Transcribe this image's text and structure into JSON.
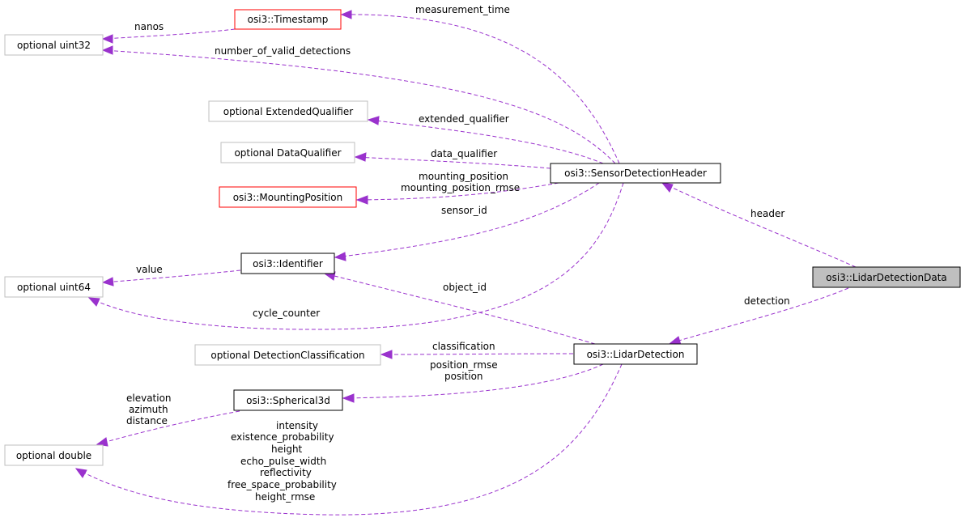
{
  "colors": {
    "edge": "#9a32cd",
    "node_border_class": "#000000",
    "node_border_missing": "#ff0000",
    "node_border_builtin": "#bfbfbf",
    "node_fill_focus": "#bfbfbf",
    "node_fill": "#ffffff"
  },
  "nodes": {
    "timestamp": "osi3::Timestamp",
    "uint32": "optional uint32",
    "ext_qualifier": "optional ExtendedQualifier",
    "data_qualifier": "optional DataQualifier",
    "mounting_position": "osi3::MountingPosition",
    "sensor_detection_header": "osi3::SensorDetectionHeader",
    "identifier": "osi3::Identifier",
    "uint64": "optional uint64",
    "lidar_detection_data": "osi3::LidarDetectionData",
    "detection_classification": "optional DetectionClassification",
    "lidar_detection": "osi3::LidarDetection",
    "spherical3d": "osi3::Spherical3d",
    "double": "optional double"
  },
  "edges": {
    "measurement_time": [
      "measurement_time"
    ],
    "nanos": [
      "nanos"
    ],
    "number_of_valid_detections": [
      "number_of_valid_detections"
    ],
    "extended_qualifier": [
      "extended_qualifier"
    ],
    "data_qualifier": [
      "data_qualifier"
    ],
    "mounting_position": [
      "mounting_position",
      "mounting_position_rmse"
    ],
    "sensor_id": [
      "sensor_id"
    ],
    "value": [
      "value"
    ],
    "cycle_counter": [
      "cycle_counter"
    ],
    "header": [
      "header"
    ],
    "object_id": [
      "object_id"
    ],
    "detection": [
      "detection"
    ],
    "classification": [
      "classification"
    ],
    "position": [
      "position_rmse",
      "position"
    ],
    "spherical_fields": [
      "elevation",
      "azimuth",
      "distance"
    ],
    "double_fields": [
      "intensity",
      "existence_probability",
      "height",
      "echo_pulse_width",
      "reflectivity",
      "free_space_probability",
      "height_rmse"
    ]
  }
}
